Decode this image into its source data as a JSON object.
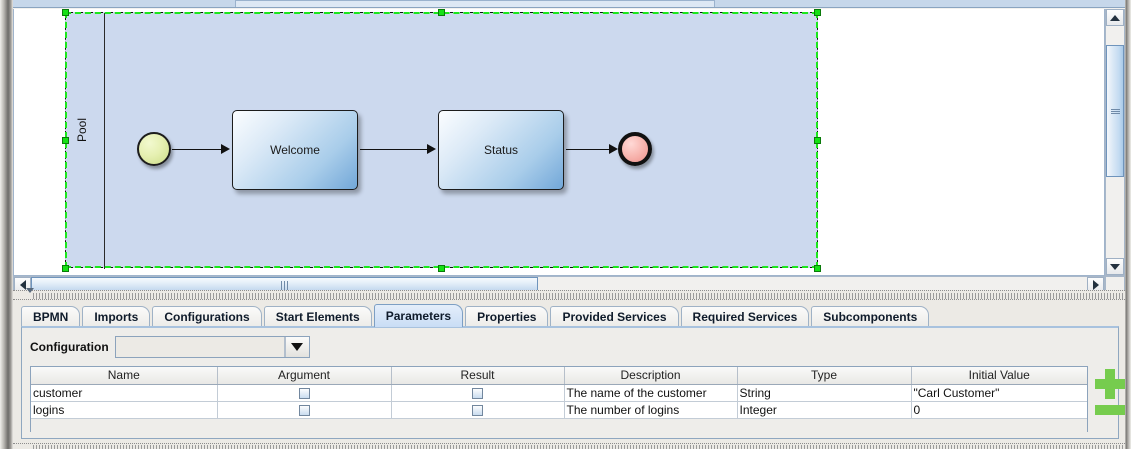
{
  "window": {
    "frame_color": "#6d6c69"
  },
  "canvas": {
    "name": "bpmn-editor-canvas",
    "pool": {
      "label": "Pool",
      "fill": "#ccd9ee",
      "selected": true,
      "selection_color": "#1be81b"
    },
    "nodes": [
      {
        "id": "start",
        "type": "start-event",
        "label": "",
        "fill": "#e6f0b2"
      },
      {
        "id": "welcome",
        "type": "task",
        "label": "Welcome",
        "fill": "#a9cdea"
      },
      {
        "id": "status",
        "type": "task",
        "label": "Status",
        "fill": "#a9cdea"
      },
      {
        "id": "end",
        "type": "end-event",
        "label": "",
        "fill": "#f8b6b0"
      }
    ],
    "edges": [
      {
        "from": "start",
        "to": "welcome"
      },
      {
        "from": "welcome",
        "to": "status"
      },
      {
        "from": "status",
        "to": "end"
      }
    ]
  },
  "scrollbars": {
    "vertical": {
      "name": "canvas-vertical-scrollbar"
    },
    "horizontal": {
      "name": "canvas-horizontal-scrollbar"
    }
  },
  "tabs": {
    "selected": "Parameters",
    "items": [
      {
        "label": "BPMN"
      },
      {
        "label": "Imports"
      },
      {
        "label": "Configurations"
      },
      {
        "label": "Start Elements"
      },
      {
        "label": "Parameters"
      },
      {
        "label": "Properties"
      },
      {
        "label": "Provided Services"
      },
      {
        "label": "Required Services"
      },
      {
        "label": "Subcomponents"
      }
    ]
  },
  "parameters_panel": {
    "configuration": {
      "label": "Configuration",
      "value": "",
      "placeholder": ""
    },
    "table": {
      "columns": [
        "Name",
        "Argument",
        "Result",
        "Description",
        "Type",
        "Initial Value"
      ],
      "rows": [
        {
          "name": "customer",
          "argument": false,
          "result": false,
          "description": "The name of the customer",
          "type": "String",
          "initial_value": "\"Carl Customer\""
        },
        {
          "name": "logins",
          "argument": false,
          "result": false,
          "description": "The number of logins",
          "type": "Integer",
          "initial_value": "0"
        }
      ]
    },
    "add_button": {
      "name": "add-parameter-button",
      "glyph": "plus-icon",
      "color": "#76cc4e"
    },
    "remove_button": {
      "name": "remove-parameter-button",
      "glyph": "minus-icon",
      "color": "#76cc4e"
    }
  }
}
